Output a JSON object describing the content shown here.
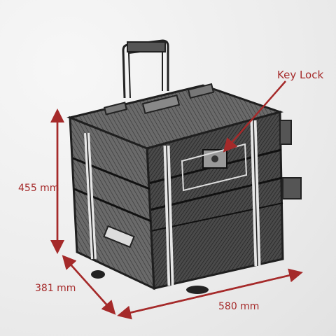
{
  "annotations": {
    "key_lock": "Key Lock",
    "height": "455 mm",
    "depth": "381 mm",
    "width": "580 mm"
  },
  "colors": {
    "annotation": "#a52a2a",
    "ink": "#2a2a2a",
    "case_fill": "#3b3b3b",
    "background": "#ececec"
  }
}
